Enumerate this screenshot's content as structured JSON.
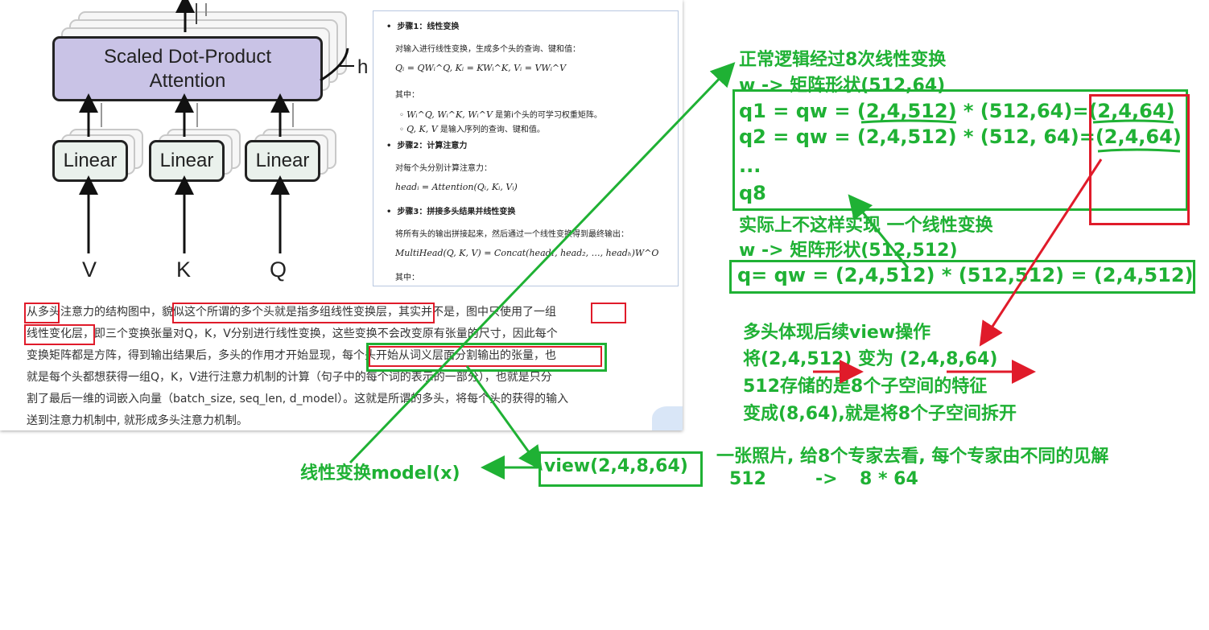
{
  "diagram": {
    "sdpa_line1": "Scaled Dot-Product",
    "sdpa_line2": "Attention",
    "h_label": "h",
    "linear": [
      "Linear",
      "Linear",
      "Linear"
    ],
    "inputs": [
      "V",
      "K",
      "Q"
    ]
  },
  "card": {
    "step1_title": "步骤1：线性变换",
    "step1_desc": "对输入进行线性变换，生成多个头的查询、键和值：",
    "step1_formula": "Qᵢ = QWᵢ^Q, Kᵢ = KWᵢ^K, Vᵢ = VWᵢ^V",
    "where": "其中：",
    "bullet1_math": "Wᵢ^Q, Wᵢ^K, Wᵢ^V",
    "bullet1_text": "是第i个头的可学习权重矩阵。",
    "bullet2_math": "Q, K, V",
    "bullet2_text": "是输入序列的查询、键和值。",
    "step2_title": "步骤2：计算注意力",
    "step2_desc": "对每个头分别计算注意力：",
    "step2_formula": "headᵢ = Attention(Qᵢ, Kᵢ, Vᵢ)",
    "step3_title": "步骤3：拼接多头结果并线性变换",
    "step3_desc": "将所有头的输出拼接起来，然后通过一个线性变换得到最终输出：",
    "step3_formula": "MultiHead(Q, K, V) = Concat(head₁, head₂, …, headₕ)W^O",
    "where2": "其中："
  },
  "paragraph": [
    "从多头注意力的结构图中，貌似这个所谓的多个头就是指多组线性变换层，其实并不是，图中只使用了一组",
    "线性变化层，即三个变换张量对Q，K，V分别进行线性变换，这些变换不会改变原有张量的尺寸，因此每个",
    "变换矩阵都是方阵，得到输出结果后，多头的作用才开始显现，每个头开始从词义层面分割输出的张量，也",
    "就是每个头都想获得一组Q，K，V进行注意力机制的计算（句子中的每个词的表示的一部分），也就是只分",
    "割了最后一维的词嵌入向量（batch_size, seq_len, d_model）。这就是所谓的多头，将每个头的获得的输入",
    "送到注意力机制中, 就形成多头注意力机制。"
  ],
  "notes": {
    "normal_title": "正常逻辑经过8次线性变换",
    "normal_shape": "w -> 矩阵形状(512,64)",
    "q1": "q1 = qw = (2,4,512) * (512,64)=(2,4,64)",
    "q2": "q2 = qw = (2,4,512) * (512, 64)=(2,4,64)",
    "dots": "...",
    "q8": "q8",
    "actual_title": "实际上不这样实现 一个线性变换",
    "actual_shape": "w -> 矩阵形状(512,512)",
    "q_all": "q= qw = (2,4,512) * (512,512) = (2,4,512)",
    "view_title": "多头体现后续view操作",
    "view_change": "将(2,4,512) 变为 (2,4,8,64)",
    "view_store": "512存储的是8个子空间的特征",
    "view_split": "变成(8,64),就是将8个子空间拆开",
    "photo": "一张照片, 给8个专家去看, 每个专家由不同的见解",
    "photo_map_a": "512",
    "photo_map_arrow": "->",
    "photo_map_b": "8 * 64",
    "linear_model": "线性变换model(x)",
    "view_call": "view(2,4,8,64)"
  },
  "colors": {
    "annotation_green": "#1fb134",
    "annotation_red": "#e01b2a",
    "sdpa_fill": "#c9c3e6",
    "linear_fill": "#eaf1ec"
  }
}
